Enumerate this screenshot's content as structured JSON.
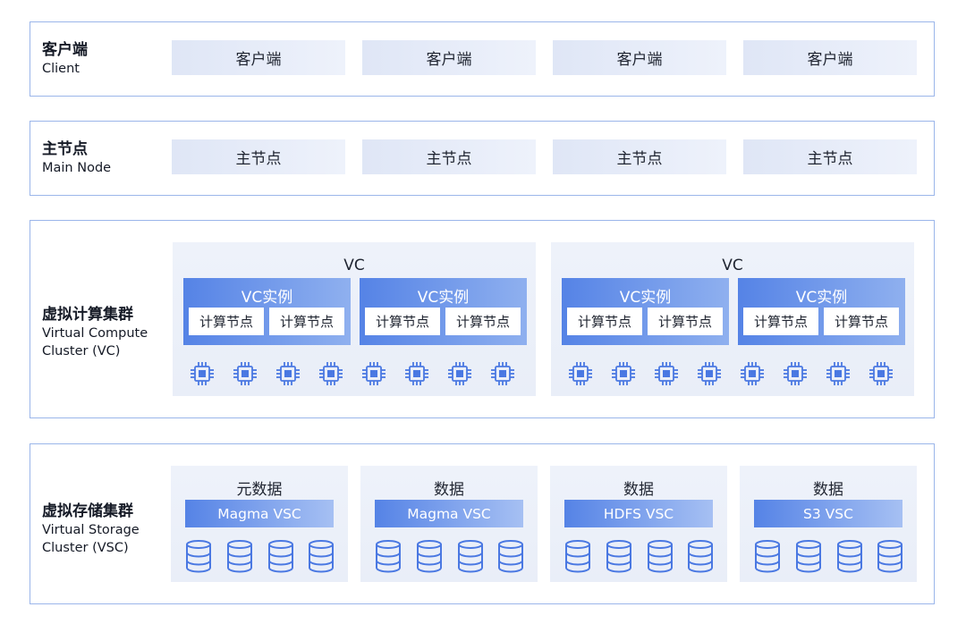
{
  "colors": {
    "border": "#9bb6ea",
    "accent": "#4a78e2",
    "panel": "#e9eef8"
  },
  "layers": {
    "client": {
      "title_zh": "客户端",
      "title_en": "Client",
      "boxes": [
        "客户端",
        "客户端",
        "客户端",
        "客户端"
      ]
    },
    "main": {
      "title_zh": "主节点",
      "title_en": "Main Node",
      "boxes": [
        "主节点",
        "主节点",
        "主节点",
        "主节点"
      ]
    },
    "vc": {
      "title_zh": "虚拟计算集群",
      "title_en_1": "Virtual Compute",
      "title_en_2": "Cluster (VC)",
      "groups": [
        {
          "title": "VC",
          "instances": [
            {
              "title": "VC实例",
              "nodes": [
                "计算节点",
                "计算节点"
              ]
            },
            {
              "title": "VC实例",
              "nodes": [
                "计算节点",
                "计算节点"
              ]
            }
          ]
        },
        {
          "title": "VC",
          "instances": [
            {
              "title": "VC实例",
              "nodes": [
                "计算节点",
                "计算节点"
              ]
            },
            {
              "title": "VC实例",
              "nodes": [
                "计算节点",
                "计算节点"
              ]
            }
          ]
        }
      ],
      "icon": "cpu-chip-icon"
    },
    "vsc": {
      "title_zh": "虚拟存储集群",
      "title_en_1": "Virtual Storage",
      "title_en_2": "Cluster (VSC)",
      "groups": [
        {
          "title": "元数据",
          "bar": "Magma VSC"
        },
        {
          "title": "数据",
          "bar": "Magma VSC"
        },
        {
          "title": "数据",
          "bar": "HDFS VSC"
        },
        {
          "title": "数据",
          "bar": "S3 VSC"
        }
      ],
      "icon": "database-icon"
    }
  }
}
